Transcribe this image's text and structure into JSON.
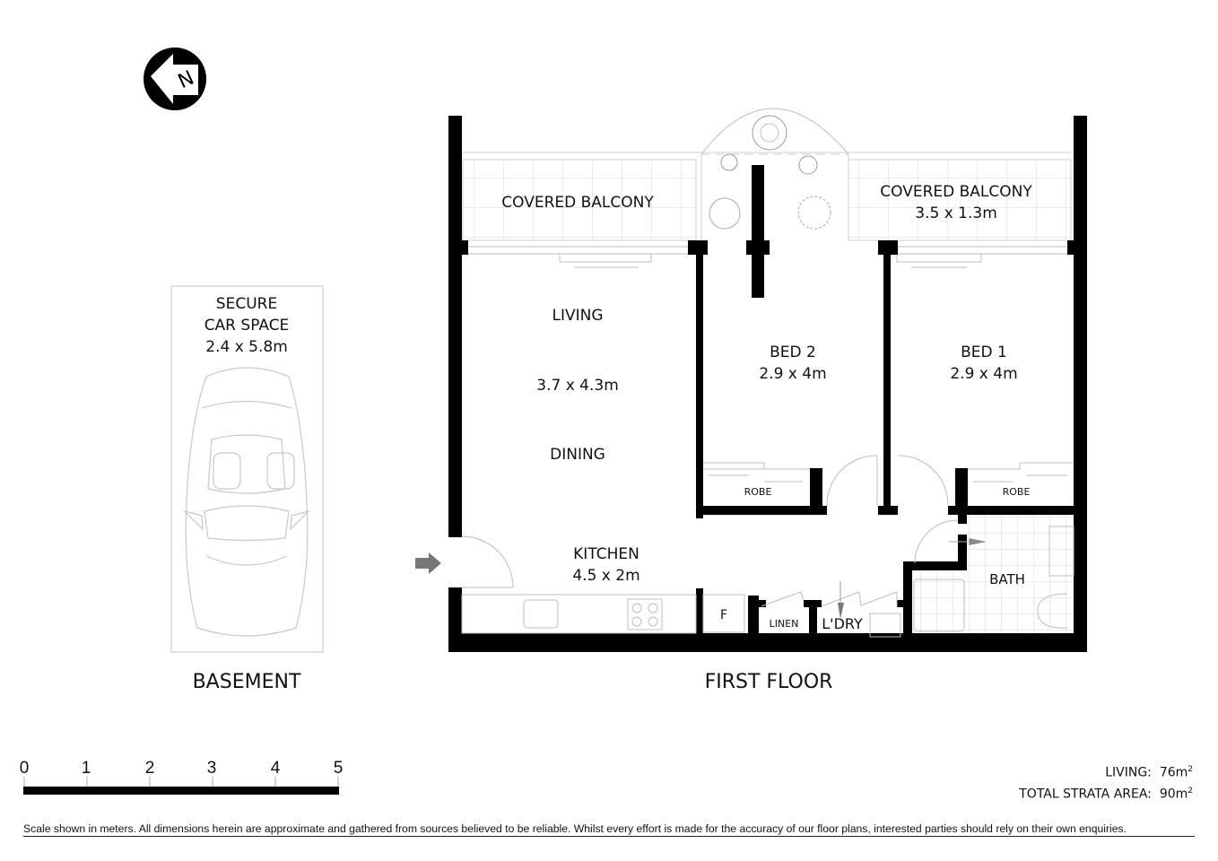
{
  "compass": {
    "icon": "north-arrow-icon",
    "letter": "N"
  },
  "basement": {
    "title": "BASEMENT",
    "car_space": {
      "line1": "SECURE",
      "line2": "CAR SPACE",
      "dims": "2.4 x 5.8m"
    }
  },
  "first_floor": {
    "title": "FIRST FLOOR",
    "rooms": {
      "balcony_left": {
        "name": "COVERED BALCONY"
      },
      "balcony_right": {
        "name": "COVERED BALCONY",
        "dims": "3.5 x 1.3m"
      },
      "living": {
        "name": "LIVING",
        "dims": "3.7 x 4.3m",
        "name2": "DINING"
      },
      "bed2": {
        "name": "BED 2",
        "dims": "2.9 x 4m"
      },
      "bed1": {
        "name": "BED 1",
        "dims": "2.9 x 4m"
      },
      "robe2": {
        "name": "ROBE"
      },
      "robe1": {
        "name": "ROBE"
      },
      "kitchen": {
        "name": "KITCHEN",
        "dims": "4.5 x 2m"
      },
      "fridge": {
        "name": "F"
      },
      "linen": {
        "name": "LINEN"
      },
      "laundry": {
        "name": "L'DRY"
      },
      "bath": {
        "name": "BATH"
      }
    }
  },
  "scale_bar": {
    "ticks": [
      "0",
      "1",
      "2",
      "3",
      "4",
      "5"
    ],
    "unit": "meters"
  },
  "areas": {
    "living_label": "LIVING:",
    "living_value": "76m",
    "strata_label": "TOTAL STRATA AREA:",
    "strata_value": "90m",
    "sup": "2"
  },
  "disclaimer": "Scale shown in meters. All dimensions herein are approximate and gathered from sources believed to be  reliable. Whilst every effort is made for the accuracy of our floor plans, interested parties should rely on their own enquiries."
}
